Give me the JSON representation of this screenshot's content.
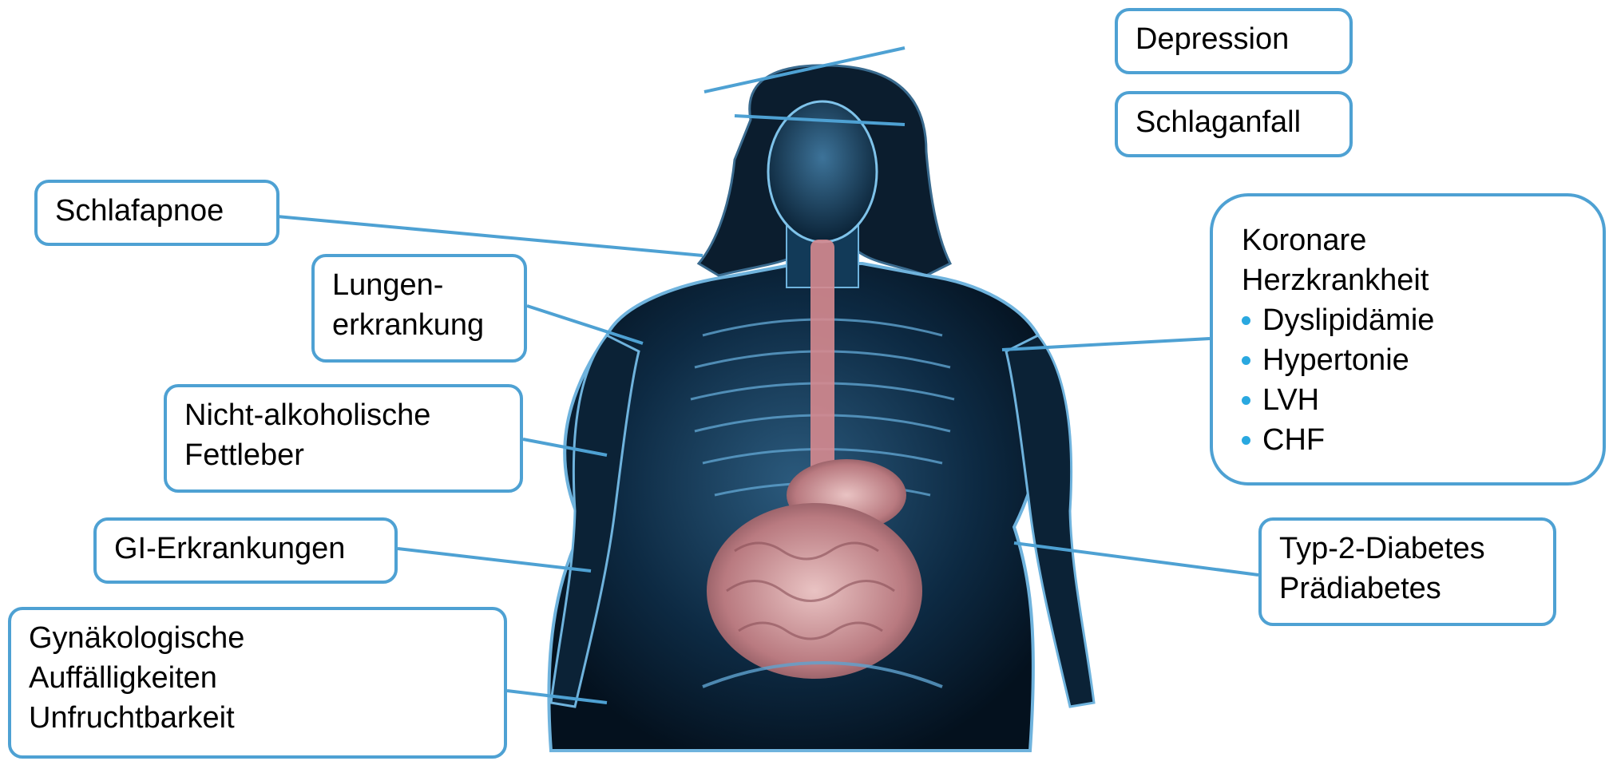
{
  "labels": {
    "depression": "Depression",
    "schlaganfall": "Schlaganfall",
    "schlafapnoe": "Schlafapnoe",
    "lungen": [
      "Lungen-",
      "erkrankung"
    ],
    "fettleber": [
      "Nicht-alkoholische",
      "Fettleber"
    ],
    "gi": "GI-Erkrankungen",
    "gyn": [
      "Gynäkologische",
      "Auffälligkeiten",
      "Unfruchtbarkeit"
    ],
    "koronare": {
      "title": [
        "Koronare",
        "Herzkrankheit"
      ],
      "items": [
        "Dyslipidämie",
        "Hypertonie",
        "LVH",
        "CHF"
      ]
    },
    "diabetes": [
      "Typ-2-Diabetes",
      "Prädiabetes"
    ]
  },
  "colors": {
    "box_border": "#4ea1d3",
    "leader_line": "#4ea1d3",
    "bullet": "#29a8e0",
    "body_dark": "#071a2b",
    "body_glow": "#7fc3ea",
    "organ_pink": "#c98a90"
  }
}
